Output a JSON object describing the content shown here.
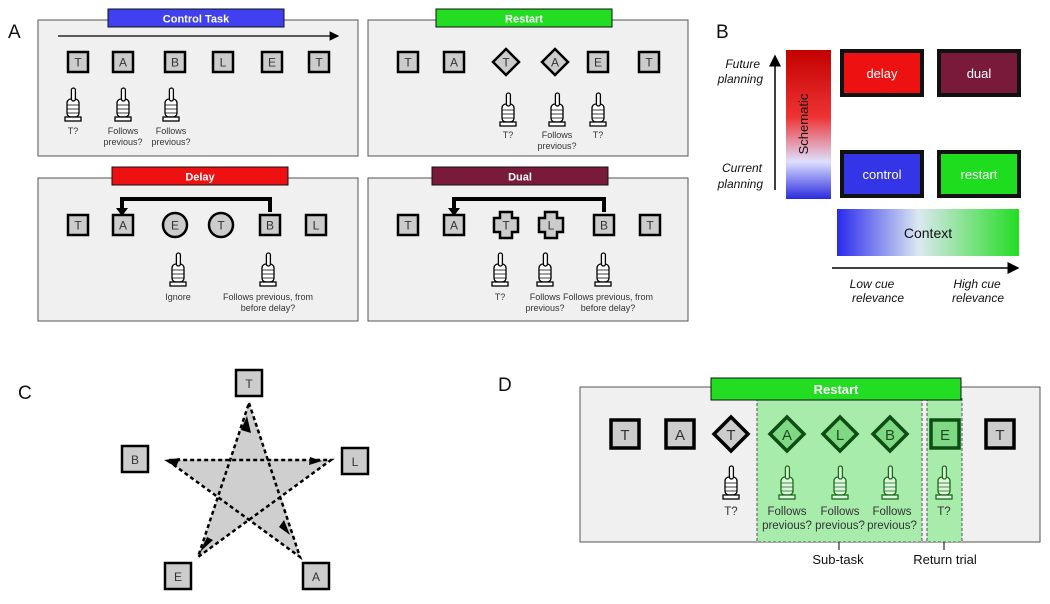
{
  "panels": {
    "a": {
      "label": "A"
    },
    "b": {
      "label": "B"
    },
    "c": {
      "label": "C"
    },
    "d": {
      "label": "D"
    }
  },
  "control": {
    "title": "Control Task",
    "letters": [
      "T",
      "A",
      "B",
      "L",
      "E",
      "T"
    ],
    "annotations": [
      [
        "T?"
      ],
      [
        "Follows",
        "previous?"
      ],
      [
        "Follows",
        "previous?"
      ]
    ],
    "color": "#4040f0"
  },
  "restart": {
    "title": "Restart",
    "letters": [
      "T",
      "A",
      "T",
      "A",
      "E",
      "T"
    ],
    "annotations": [
      [
        "T?"
      ],
      [
        "Follows",
        "previous?"
      ],
      [
        "T?"
      ]
    ],
    "color": "#22dd22"
  },
  "delay": {
    "title": "Delay",
    "letters": [
      "T",
      "A",
      "E",
      "T",
      "B",
      "L"
    ],
    "annotations": [
      [
        "Ignore"
      ],
      [
        "Follows previous, from",
        "before delay?"
      ]
    ],
    "color": "#ee1111"
  },
  "dual": {
    "title": "Dual",
    "letters": [
      "T",
      "A",
      "T",
      "L",
      "B",
      "T"
    ],
    "annotations": [
      [
        "T?"
      ],
      [
        "Follows",
        "previous?"
      ],
      [
        "Follows previous, from",
        "before delay?"
      ]
    ],
    "color": "#7a1a3a"
  },
  "schematic": {
    "future_planning": [
      "Future",
      "planning"
    ],
    "current_planning": [
      "Current",
      "planning"
    ],
    "gradient_label": "Schematic",
    "boxes": {
      "delay": "delay",
      "dual": "dual",
      "control": "control",
      "restart": "restart"
    },
    "context_label": "Context",
    "low_cue": [
      "Low cue",
      "relevance"
    ],
    "high_cue": [
      "High cue",
      "relevance"
    ],
    "colors": {
      "delay": "#ee1111",
      "dual": "#7a1a3a",
      "control": "#3535e8",
      "restart": "#1edc1e"
    }
  },
  "star": {
    "nodes": [
      "T",
      "L",
      "A",
      "E",
      "B"
    ]
  },
  "restart_detail": {
    "title": "Restart",
    "letters": [
      "T",
      "A",
      "T",
      "A",
      "L",
      "B",
      "E",
      "T"
    ],
    "annotations": [
      [
        "T?"
      ],
      [
        "Follows",
        "previous?"
      ],
      [
        "Follows",
        "previous?"
      ],
      [
        "Follows",
        "previous?"
      ],
      [
        "T?"
      ]
    ],
    "subtask_label": "Sub-task",
    "return_label": "Return trial"
  }
}
